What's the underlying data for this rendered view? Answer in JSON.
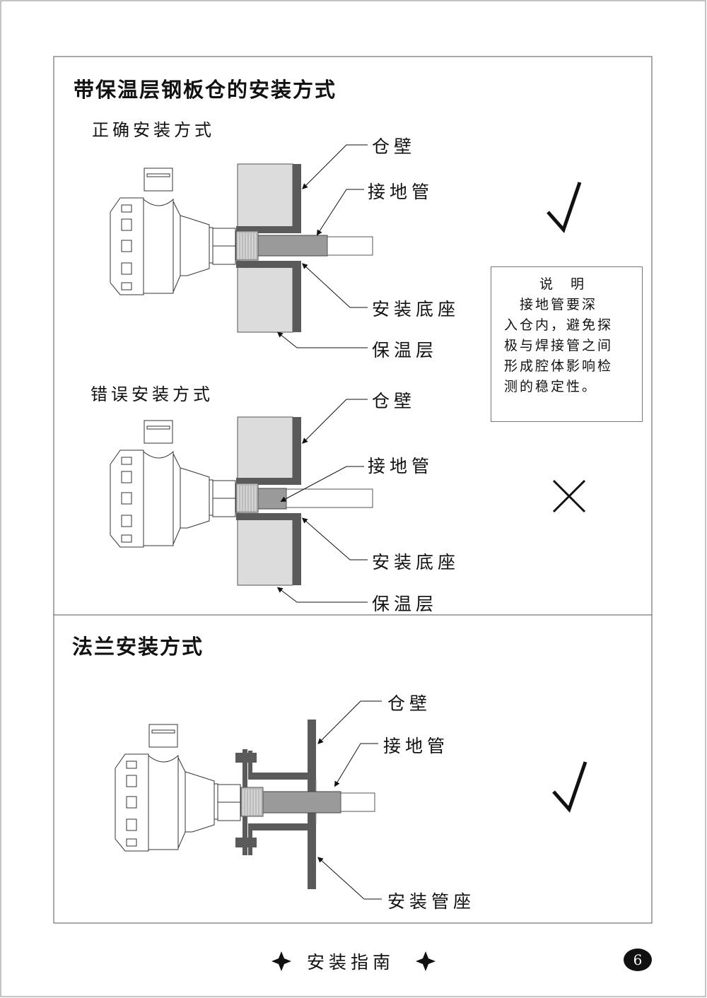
{
  "section1": {
    "title": "带保温层钢板仓的安装方式",
    "correct": {
      "subtitle": "正确安装方式",
      "labels": [
        "仓壁",
        "接地管",
        "安装底座",
        "保温层"
      ],
      "mark": "check"
    },
    "wrong": {
      "subtitle": "错误安装方式",
      "labels": [
        "仓壁",
        "接地管",
        "安装底座",
        "保温层"
      ],
      "mark": "cross"
    },
    "note": {
      "lines": [
        "说　明",
        "　接地管要深",
        "入仓内，避免探",
        "极与焊接管之间",
        "形成腔体影响检",
        "测的稳定性。"
      ]
    }
  },
  "section2": {
    "title": "法兰安装方式",
    "labels": [
      "仓壁",
      "接地管",
      "安装管座"
    ],
    "mark": "check"
  },
  "footer": {
    "title": "安装指南",
    "page": "6"
  },
  "colors": {
    "steel": "#5a5a5a",
    "insulation": "#dcdcdc",
    "pipe": "#9a9a9a"
  }
}
